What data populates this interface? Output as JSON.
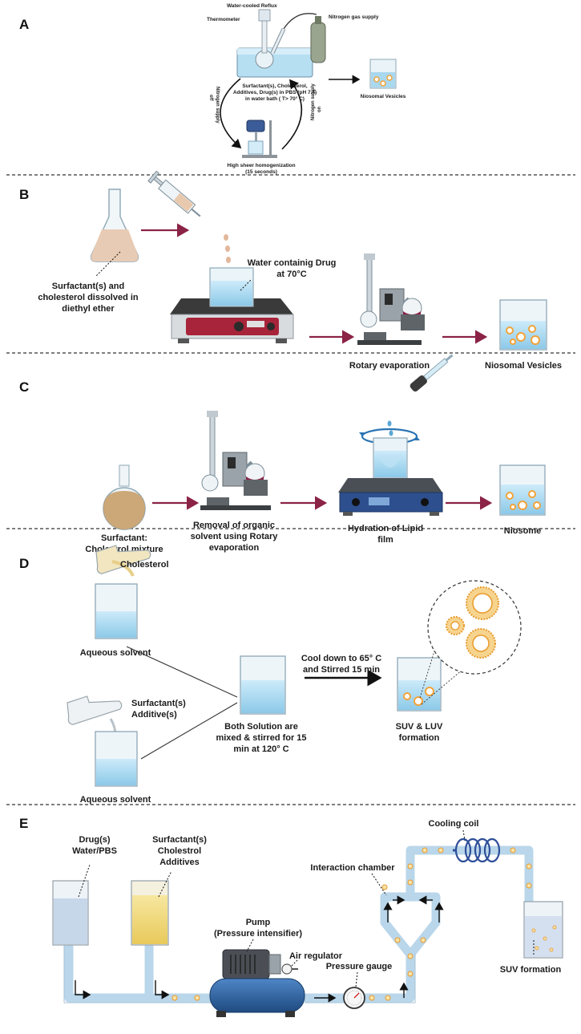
{
  "panels": {
    "a": {
      "letter": "A",
      "reflux": "Water-cooled Reflux",
      "thermometer": "Thermometer",
      "nitrogen_supply": "Nitrogen gas supply",
      "bath_1": "Surfactant(s), Cholesterol,",
      "bath_2": "Additives, Drug(s) in PBS (pH 7.4)",
      "bath_3": "in water bath ( T> 70° C)",
      "n2_on_1": "Nitrogen supply",
      "n2_on_2": "on",
      "n2_off_1": "Nitrogen supply",
      "n2_off_2": "off",
      "homog_1": "High sheer homogenization",
      "homog_2": "(15 seconds)",
      "vesicles": "Niosomal Vesicles"
    },
    "b": {
      "letter": "B",
      "flask_1": "Surfactant(s) and",
      "flask_2": "cholesterol dissolved in",
      "flask_3": "diethyl ether",
      "water_1": "Water containig Drug",
      "water_2": "at 70°C",
      "rotary": "Rotary evaporation",
      "vesicles": "Niosomal Vesicles"
    },
    "c": {
      "letter": "C",
      "mix_1": "Surfactant:",
      "mix_2": "Cholestrol mixture",
      "removal_1": "Removal of organic",
      "removal_2": "solvent using Rotary",
      "removal_3": "evaporation",
      "hydration_1": "Hydration of Lipid",
      "hydration_2": "film",
      "niosome": "Niosome"
    },
    "d": {
      "letter": "D",
      "cholesterol": "Cholesterol",
      "aqueous_top": "Aqueous solvent",
      "surfactant": "Surfactant(s)",
      "additive": "Additive(s)",
      "aqueous_bottom": "Aqueous solvent",
      "mixed_1": "Both Solution are",
      "mixed_2": "mixed & stirred for 15",
      "mixed_3": "min at 120° C",
      "cool_1": "Cool down to 65° C",
      "cool_2": "and Stirred 15 min",
      "suv_1": "SUV & LUV",
      "suv_2": "formation"
    },
    "e": {
      "letter": "E",
      "drug_1": "Drug(s)",
      "drug_2": "Water/PBS",
      "surf_1": "Surfactant(s)",
      "surf_2": "Cholestrol",
      "surf_3": "Additives",
      "cooling_coil": "Cooling coil",
      "interaction": "Interaction chamber",
      "pump_1": "Pump",
      "pump_2": "(Pressure intensifier)",
      "air_regulator": "Air regulator",
      "pressure_gauge": "Pressure gauge",
      "suv": "SUV formation"
    }
  },
  "colors": {
    "arrow_red": "#8b2346",
    "water_blue": "#a9d8ef",
    "glass": "#d8ecf5",
    "lipid": "#f2a33a",
    "pipe": "#b9d6ea",
    "pump_blue": "#2a5d9c",
    "divider": "#333333"
  }
}
